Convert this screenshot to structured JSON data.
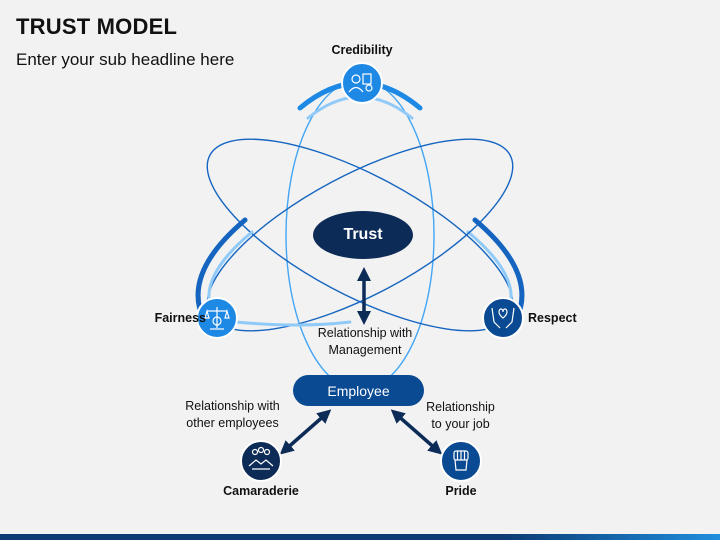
{
  "slide": {
    "title": "TRUST MODEL",
    "subtitle": "Enter your sub headline here"
  },
  "center": {
    "label": "Trust"
  },
  "nodes": {
    "credibility": {
      "label": "Credibility",
      "icon": "credibility-icon"
    },
    "fairness": {
      "label": "Fairness",
      "icon": "scales-gear-icon"
    },
    "respect": {
      "label": "Respect",
      "icon": "heart-hands-icon"
    },
    "camaraderie": {
      "label": "Camaraderie",
      "icon": "handshake-group-icon"
    },
    "pride": {
      "label": "Pride",
      "icon": "fist-icon"
    }
  },
  "employee": {
    "label": "Employee"
  },
  "relationships": {
    "management": {
      "line1": "Relationship with",
      "line2": "Management"
    },
    "employees": {
      "line1": "Relationship with",
      "line2": "other employees"
    },
    "job": {
      "line1": "Relationship",
      "line2": "to your job"
    }
  },
  "colors": {
    "dark_navy": "#0d2b57",
    "navy": "#0a4a92",
    "blue": "#1565c0",
    "light_blue": "#42a5f5",
    "background": "#f2f2f2"
  }
}
